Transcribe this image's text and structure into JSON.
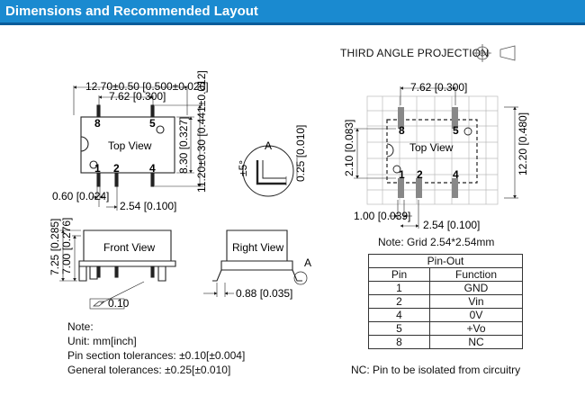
{
  "header": {
    "title": "Dimensions and Recommended Layout"
  },
  "projection": {
    "label": "THIRD ANGLE PROJECTION"
  },
  "top_view": {
    "title": "Top View",
    "dim_width": "12.70±0.50 [0.500±0.020]",
    "dim_pitch": "7.62 [0.300]",
    "dim_height_inner": "8.30 [0.327]",
    "dim_height_outer": "11.20±0.30 [0.441±0.012]",
    "dim_pin_width": "0.60 [0.024]",
    "dim_pin_pitch": "2.54 [0.100]",
    "pins": [
      "8",
      "5",
      "1",
      "2",
      "4"
    ]
  },
  "detail": {
    "label": "A",
    "angle": "±5°",
    "dim": "0.25 [0.010]"
  },
  "front_view": {
    "title": "Front View",
    "dim_outer": "7.25 [0.285]",
    "dim_inner": "7.00 [0.276]",
    "flatness": "0.10"
  },
  "right_view": {
    "title": "Right View",
    "label": "A",
    "dim": "0.88 [0.035]"
  },
  "layout": {
    "title": "Top View",
    "dim_pitch": "7.62 [0.300]",
    "dim_height": "12.20 [0.480]",
    "dim_left": "2.10 [0.083]",
    "dim_pad": "1.00 [0.039]",
    "dim_pad_pitch": "2.54 [0.100]",
    "pins": [
      "8",
      "5",
      "1",
      "2",
      "4"
    ],
    "grid_note": "Note: Grid 2.54*2.54mm"
  },
  "notes": {
    "title": "Note:",
    "lines": [
      "Unit: mm[inch]",
      "Pin section tolerances: ±0.10[±0.004]",
      "General tolerances: ±0.25[±0.010]"
    ]
  },
  "pinout": {
    "title": "Pin-Out",
    "headers": [
      "Pin",
      "Function"
    ],
    "rows": [
      [
        "1",
        "GND"
      ],
      [
        "2",
        "Vin"
      ],
      [
        "4",
        "0V"
      ],
      [
        "5",
        "+Vo"
      ],
      [
        "8",
        "NC"
      ]
    ],
    "nc_note": "NC: Pin to be isolated from circuitry"
  }
}
